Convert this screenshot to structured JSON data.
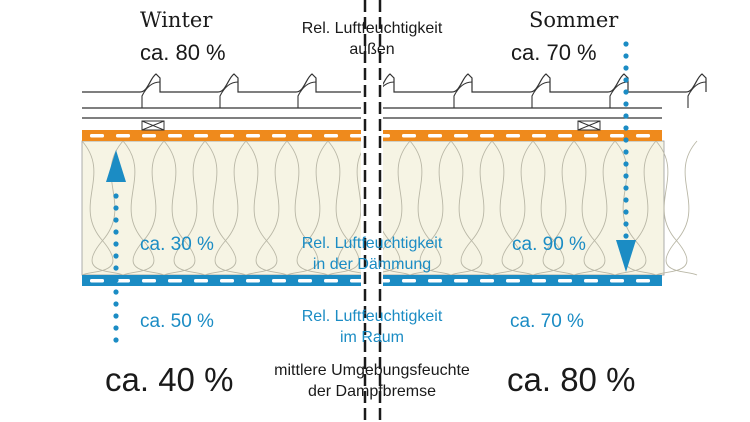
{
  "winter": {
    "title": "Winter",
    "outside": "ca. 80 %",
    "insulation": "ca. 30 %",
    "room": "ca. 50 %",
    "ambient": "ca. 40 %"
  },
  "summer": {
    "title": "Sommer",
    "outside": "ca. 70 %",
    "insulation": "ca. 90 %",
    "room": "ca. 70 %",
    "ambient": "ca. 80 %"
  },
  "center": {
    "outside": [
      "Rel. Luftfeuchtigkeit",
      "außen"
    ],
    "insulation": [
      "Rel. Luftfeuchtigkeit",
      "in der Dämmung"
    ],
    "room": [
      "Rel. Luftfeuchtigkeit",
      "im Raum"
    ],
    "ambient": [
      "mittlere Umgebungsfeuchte",
      "der Dampfbremse"
    ]
  },
  "colors": {
    "orange": "#ef8a1c",
    "blue": "#1b8cc4",
    "insulation_fill": "#f6f4e4",
    "line": "#333333"
  }
}
